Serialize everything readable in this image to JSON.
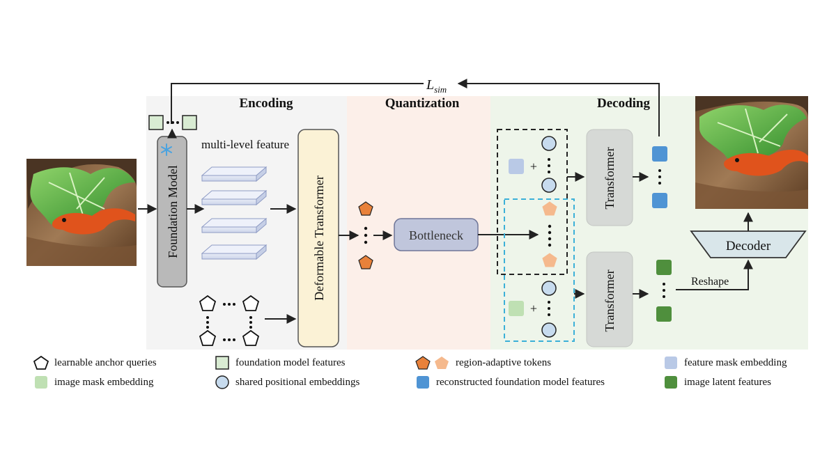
{
  "colors": {
    "encoding_bg": "#f4f4f4",
    "quantization_bg": "#fcefe9",
    "decoding_bg": "#eef5ea",
    "anchor_stroke": "#111111",
    "fm_feature": "#d9ecd3",
    "token_dark": "#e8813a",
    "token_light": "#f5b98d",
    "mask_feat": "#b9c9e6",
    "mask_img": "#bfe0b3",
    "pos_emb": "#c7dbee",
    "recon_feat": "#4f94d4",
    "latent": "#4f8f3d",
    "bottleneck": "#c0c6dc",
    "deform": "#fbf2d6",
    "decoder": "#d9e6ea"
  },
  "sections": {
    "encoding": "Encoding",
    "quantization": "Quantization",
    "decoding": "Decoding"
  },
  "loss_label": {
    "main": "L",
    "sub": "sim"
  },
  "blocks": {
    "foundation_model": "Foundation Model",
    "multi_level_feature": "multi-level feature",
    "deformable_transformer": "Deformable Transformer",
    "bottleneck": "Bottleneck",
    "transformer_top": "Transformer",
    "transformer_bottom": "Transformer",
    "decoder": "Decoder",
    "reshape": "Reshape",
    "plus": "+"
  },
  "icons": {
    "snowflake": "snowflake-icon",
    "input_image": "salamander-leaf-photo",
    "output_image": "reconstructed-salamander-leaf-photo"
  },
  "legend": [
    {
      "id": "anchor",
      "label": "learnable anchor queries",
      "symbol": "pentagon-outline"
    },
    {
      "id": "fm",
      "label": "foundation model features",
      "symbol": "green-square-outline"
    },
    {
      "id": "tokens",
      "label": "region-adaptive tokens",
      "symbol": "orange-pentagons"
    },
    {
      "id": "fmask",
      "label": "feature mask embedding",
      "symbol": "blue-light-square"
    },
    {
      "id": "imask",
      "label": "image mask embedding",
      "symbol": "green-light-square"
    },
    {
      "id": "pos",
      "label": "shared positional embeddings",
      "symbol": "blue-circle"
    },
    {
      "id": "recon",
      "label": "reconstructed foundation model features",
      "symbol": "blue-square"
    },
    {
      "id": "latent",
      "label": "image latent features",
      "symbol": "dark-green-square"
    }
  ]
}
